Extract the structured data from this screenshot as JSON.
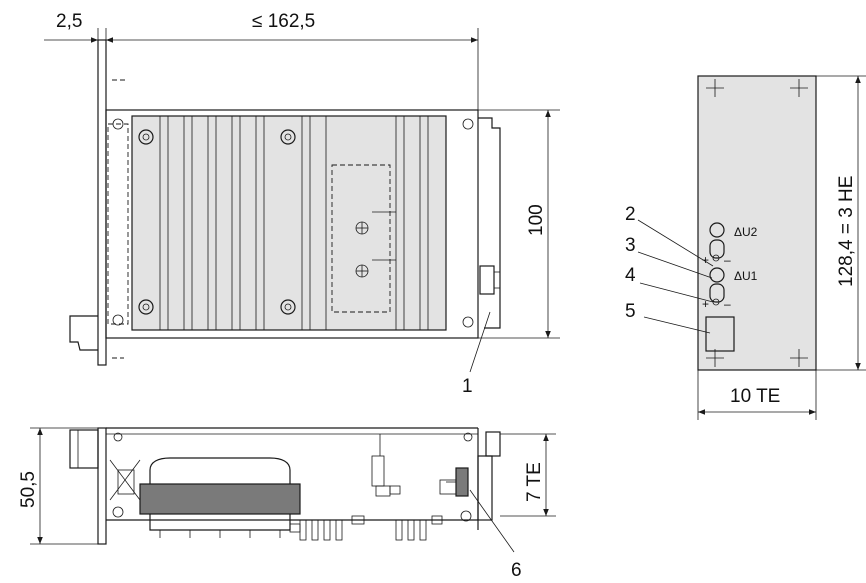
{
  "dimensions": {
    "left_margin": "2,5",
    "length": "≤ 162,5",
    "height": "100",
    "depth": "50,5",
    "width_te": "7 TE",
    "front_height": "128,4 = 3 HE",
    "front_width": "10 TE"
  },
  "callouts": [
    "1",
    "2",
    "3",
    "4",
    "5",
    "6"
  ],
  "front_labels": {
    "du2": "ΔU2",
    "du1": "ΔU1",
    "plus1": "+",
    "minus1": "–",
    "plus2": "+",
    "minus2": "–"
  },
  "colors": {
    "line": "#1a1a1a",
    "panel_fill": "#e3e3e3",
    "dark_fill": "#7a7a7a"
  }
}
